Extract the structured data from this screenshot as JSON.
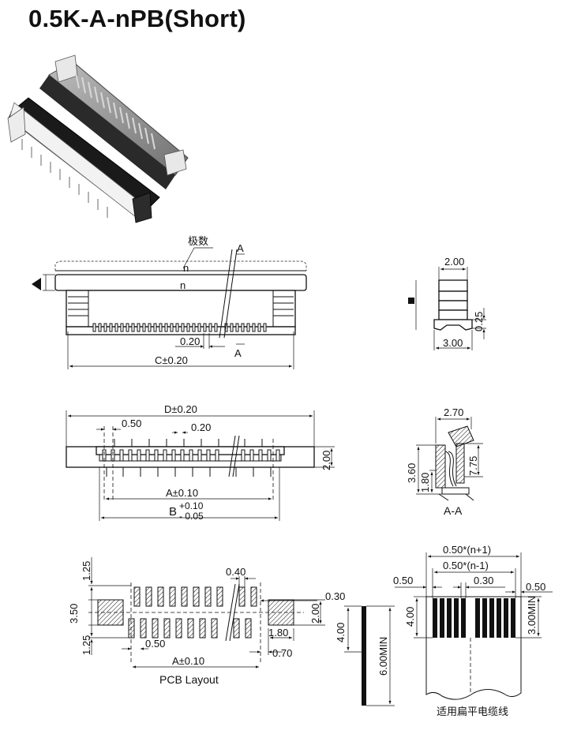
{
  "title": "0.5K-A-nPB(Short)",
  "side_view": {
    "pole_label": "极数",
    "n_upper": "n",
    "n_lower": "n",
    "section_mark_top": "A",
    "section_mark_bottom": "A",
    "dim_pitch": "0.20",
    "dim_overall": "C±0.20"
  },
  "end_view": {
    "dim_width_top": "2.00",
    "dim_height_right": "0.25",
    "dim_width_bottom": "3.00"
  },
  "top_view": {
    "dim_overall": "D±0.20",
    "dim_pitch": "0.50",
    "dim_gap": "0.20",
    "dim_height_right": "2.00",
    "dim_a": "A±0.10",
    "dim_b_base": "B",
    "dim_b_plus": "+0.10",
    "dim_b_minus": "- 0.05"
  },
  "section_view": {
    "dim_width_top": "2.70",
    "dim_height_total": "3.60",
    "dim_height_inner": "1.80",
    "dim_height_right": "7.75",
    "caption": "A-A"
  },
  "pcb_layout": {
    "dim_1_25_top": "1.25",
    "dim_3_50": "3.50",
    "dim_1_25_bottom": "1.25",
    "dim_pad_width": "0.40",
    "dim_0_30": "0.30",
    "dim_2_00": "2.00",
    "dim_1_80": "1.80",
    "dim_0_70": "0.70",
    "dim_pitch": "0.50",
    "dim_a": "A±0.10",
    "caption": "PCB Layout"
  },
  "cable_thickness": {
    "dim_4_00": "4.00",
    "dim_6_00_min": "6.00MIN"
  },
  "ffc_cable": {
    "dim_overall": "0.50*(n+1)",
    "dim_inner": "0.50*(n-1)",
    "dim_left_margin": "0.50",
    "dim_conductor": "0.30",
    "dim_right_margin": "0.50",
    "dim_4_00": "4.00",
    "dim_3_00_min": "3.00MIN",
    "caption": "适用扁平电缆线"
  }
}
